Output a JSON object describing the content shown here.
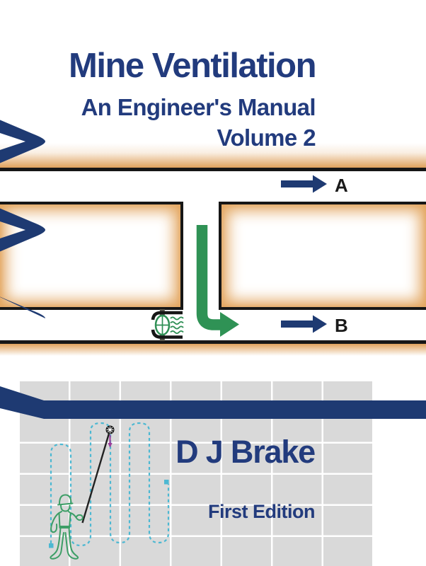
{
  "cover": {
    "title": "Mine Ventilation",
    "subtitle": "An Engineer's Manual",
    "volume": "Volume 2",
    "author": "D J Brake",
    "edition": "First Edition"
  },
  "diagram": {
    "airway_a_label": "A",
    "airway_b_label": "B"
  },
  "icons": {
    "serpentine_ribbon": "serpentine-airflow-ribbon",
    "flow_arrows": "airflow-arrow",
    "leakage_arrow": "downcast-leakage-arrow",
    "fan": "booster-fan-icon",
    "heat_waves": "fan-discharge-waves",
    "anemometer": "anemometer-wheel-icon",
    "pointer": "rotation-pointer-arrow",
    "pole": "extension-pole",
    "figure": "surveyor-figure",
    "traverse": "anemometer-traverse-path"
  },
  "colors": {
    "navy": "#1e3a72",
    "title_navy": "#223b7d",
    "wall_black": "#161616",
    "strata_orange": "#dfa15c",
    "leakage_green": "#2f9255",
    "figure_green": "#3d9e66",
    "traverse_teal": "#4cb8d2",
    "pointer_purple": "#9b3f9b",
    "grid_gray": "#d9d9d9"
  }
}
